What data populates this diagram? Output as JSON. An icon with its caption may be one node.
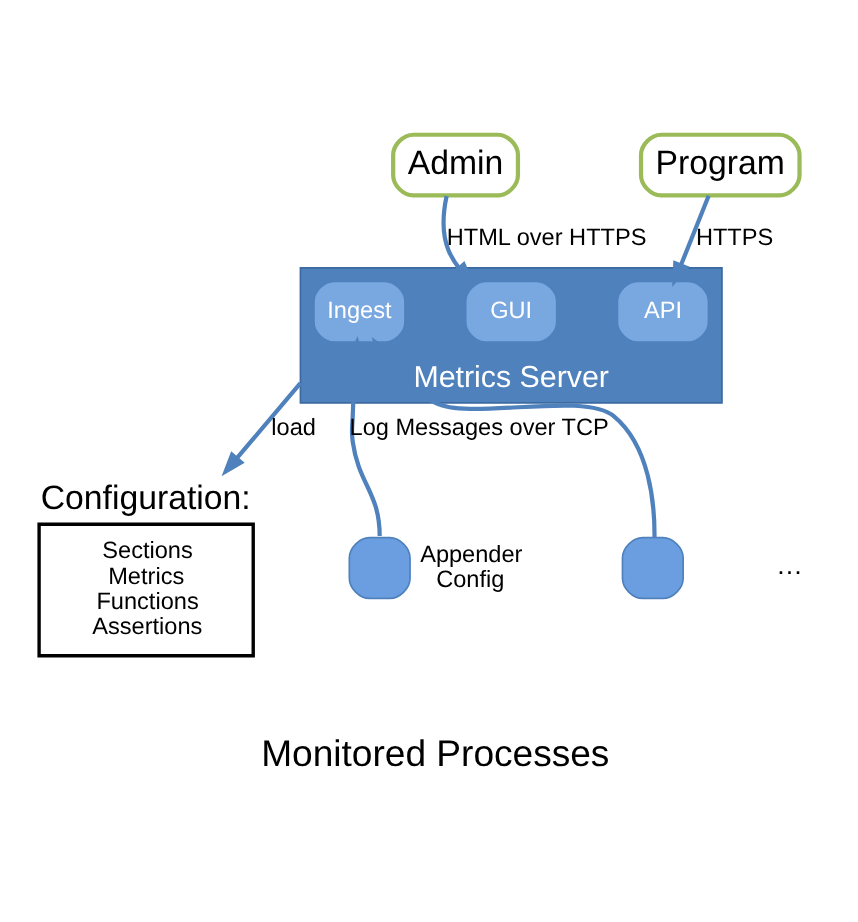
{
  "diagram": {
    "nodes": [
      {
        "text": [
          "Admin"
        ]
      },
      {
        "text": [
          "Program"
        ]
      },
      {
        "text": [
          "Metrics Server"
        ]
      },
      {
        "text": [
          "GUI"
        ],
        "in": 2
      },
      {
        "text": [
          "API"
        ],
        "in": 2
      },
      {
        "text": [
          "Ingest"
        ],
        "in": 2
      },
      {
        "text": [
          "Configuration:",
          "Sections Metrics Functions Assertions"
        ]
      },
      {
        "text": [],
        "shape": "box",
        "beside": [
          "Appender Config"
        ]
      },
      {
        "text": [],
        "shape": "box"
      }
    ],
    "edges": [
      {
        "from": 0,
        "to": 3,
        "arrow": "to",
        "label": "HTML over HTTPS"
      },
      {
        "from": 1,
        "to": 4,
        "arrow": "to",
        "label": "HTTPS"
      },
      {
        "from": 2,
        "to": 6,
        "arrow": "to",
        "label": "load"
      },
      {
        "from": 7,
        "to": 5,
        "arrow": "to",
        "label": "Log Messages over TCP"
      },
      {
        "from": 8,
        "to": 5,
        "arrow": "to"
      }
    ],
    "labels": [
      "…",
      "Monitored Processes"
    ]
  }
}
